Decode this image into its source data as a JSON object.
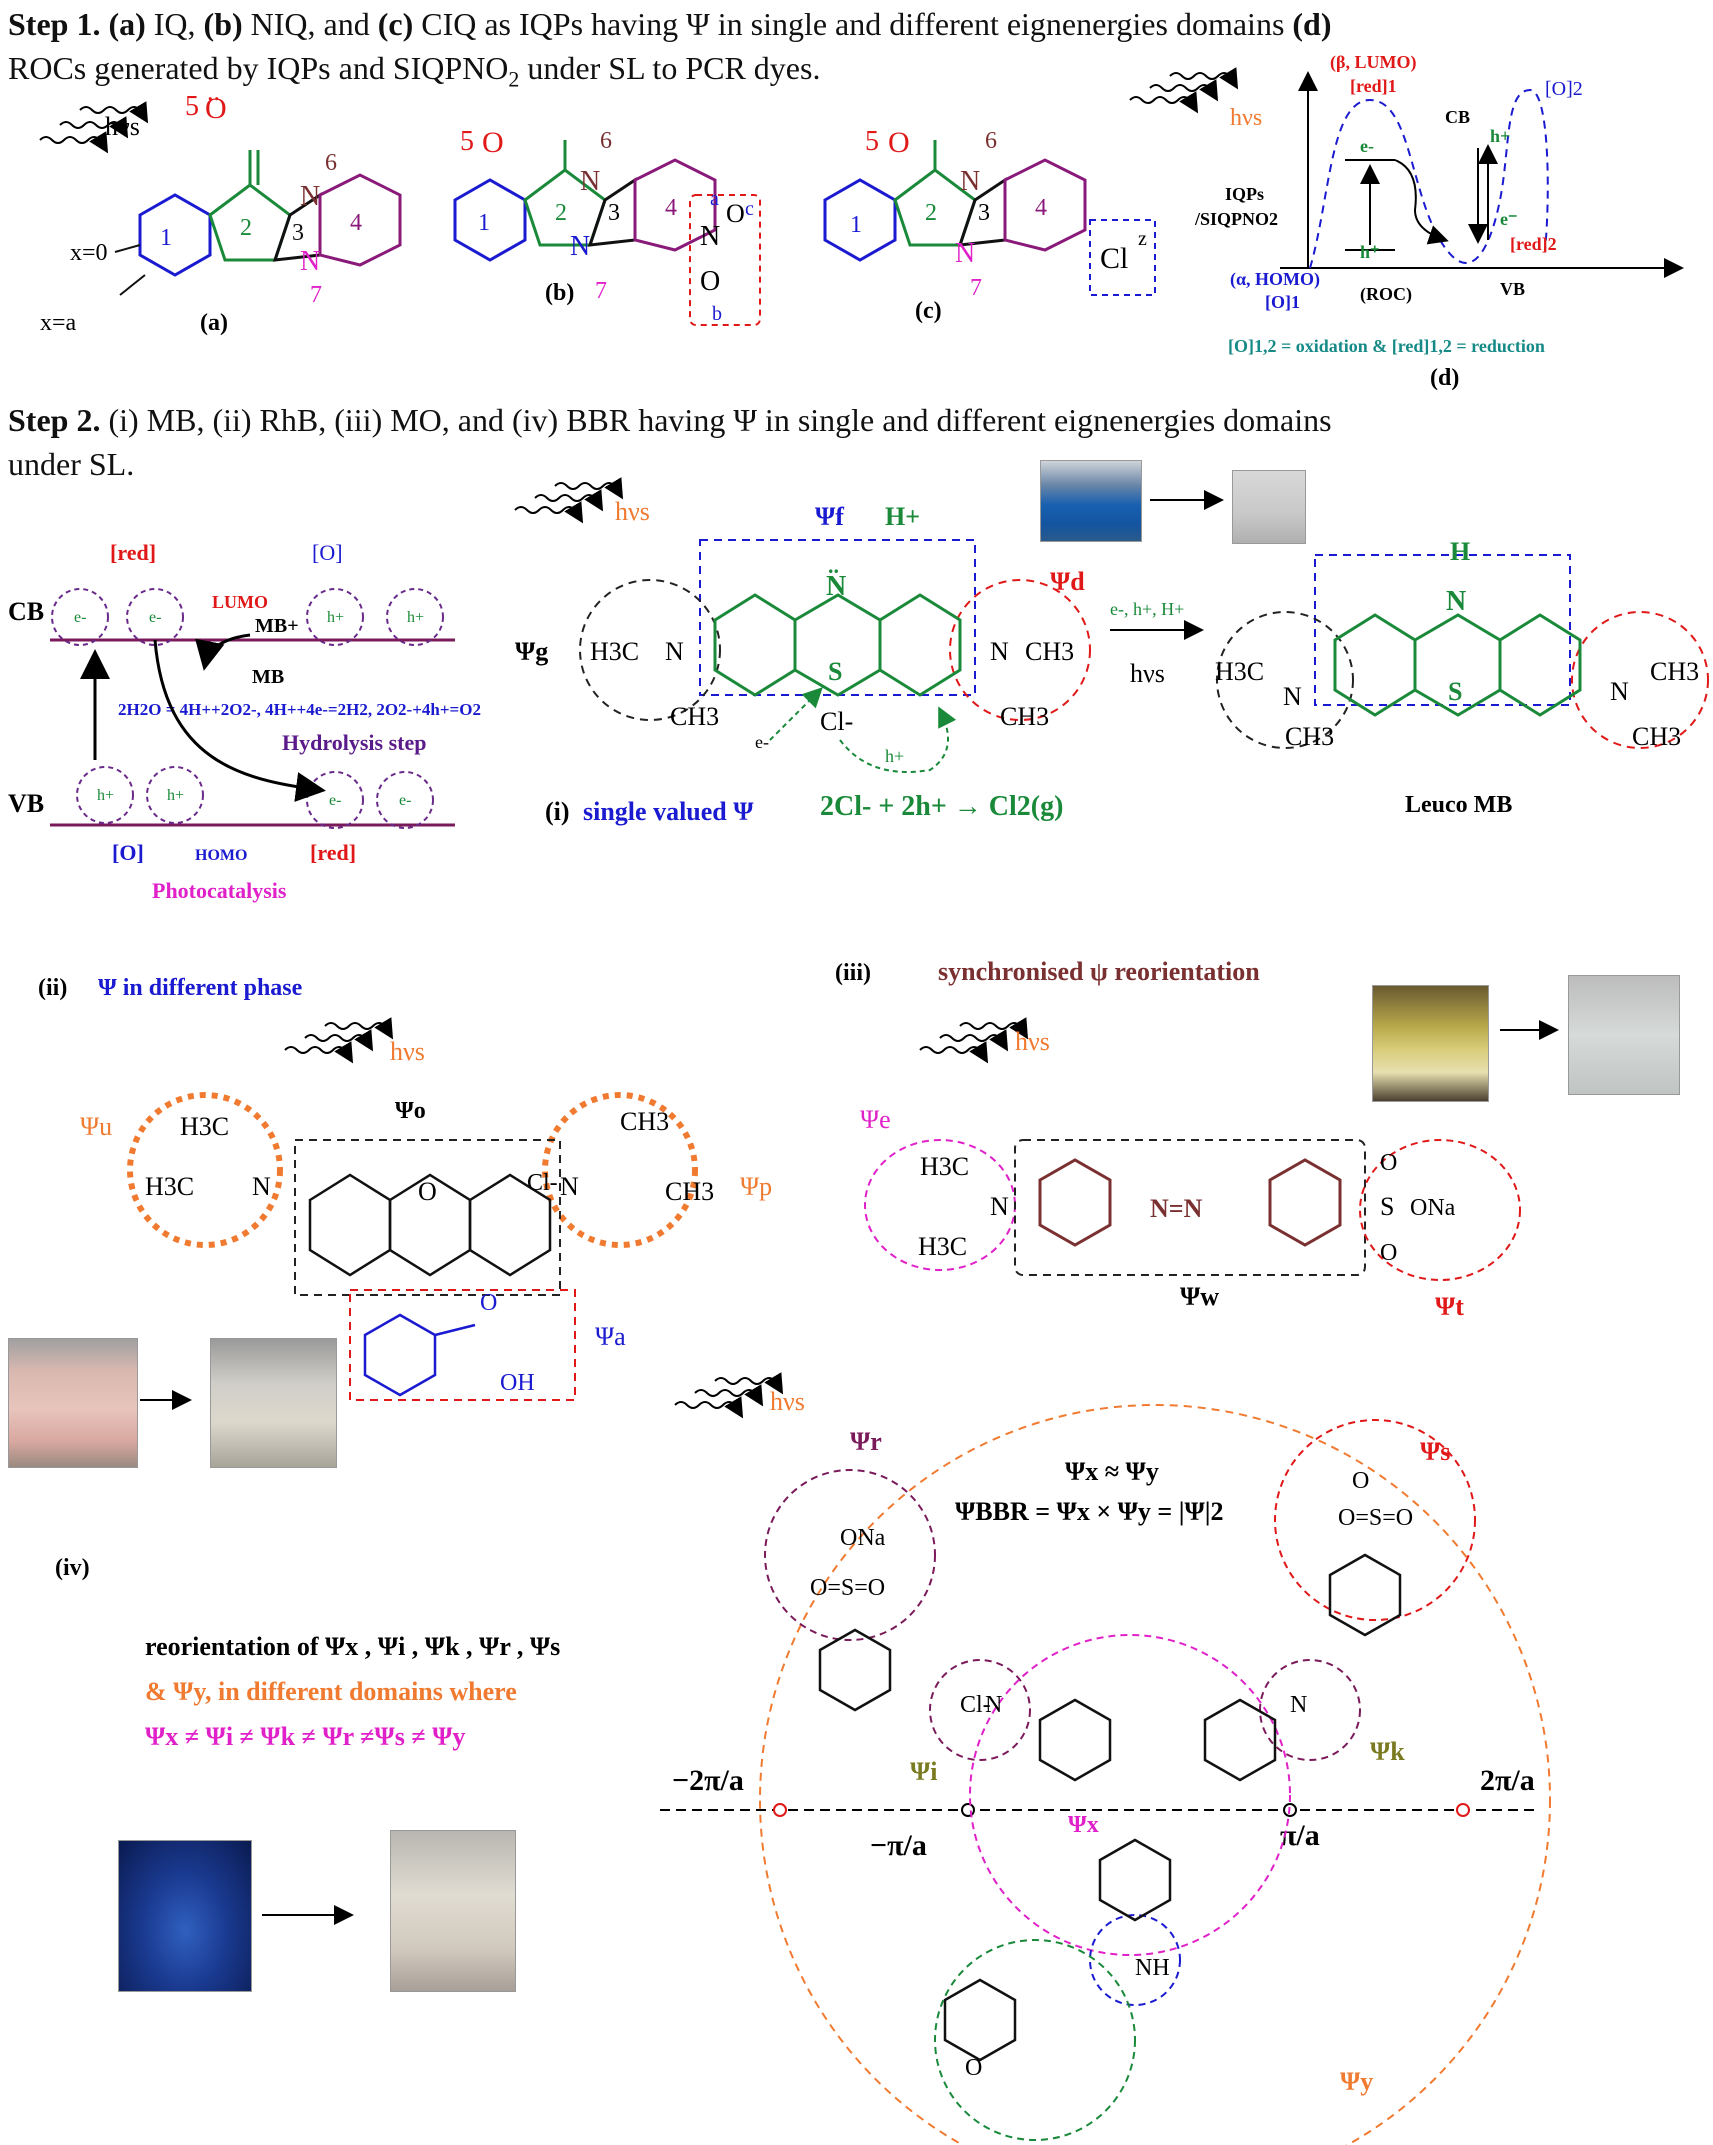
{
  "step1": {
    "label": "Step 1.",
    "text": "(a) IQ, (b) NIQ, and (c) CIQ as IQPs having Ψ in single and different eignenergies domains (d) ROCs generated by IQPs and SIQPNO2 under SL to PCR dyes.",
    "line1_parts": [
      "(a)",
      " IQ, ",
      "(b)",
      " NIQ, and ",
      "(c)",
      " CIQ as IQPs having Ψ in single and different eignenergies domains ",
      "(d)"
    ],
    "line2": "ROCs generated by IQPs and SIQPNO",
    "line2_sub": "2",
    "line2_tail": " under SL to PCR dyes.",
    "panel_a": {
      "hv": "hνs",
      "x0": "x=0",
      "xa": "x=a",
      "caption": "(a)",
      "o_label": "5",
      "n6": "6",
      "n7": "7",
      "rings": [
        "1",
        "2",
        "3",
        "4"
      ]
    },
    "panel_b": {
      "caption": "(b)",
      "o_label": "5",
      "n6": "6",
      "n7": "7",
      "rings": [
        "1",
        "2",
        "3",
        "4"
      ],
      "a": "a",
      "b": "b",
      "c": "c"
    },
    "panel_c": {
      "caption": "(c)",
      "o_label": "5",
      "n6": "6",
      "n7": "7",
      "rings": [
        "1",
        "2",
        "3",
        "4"
      ],
      "z": "z",
      "cl": "Cl"
    },
    "panel_d": {
      "hv": "hνs",
      "beta": "(β, LUMO)",
      "red1": "[red]1",
      "o2": "[O]2",
      "cb": "CB",
      "hplus": "h+",
      "eminus": "e-",
      "iqps": "IQPs",
      "siqpno2": "/SIQPNO2",
      "alpha": "(α, HOMO)",
      "o1": "[O]1",
      "roc": "(ROC)",
      "vb": "VB",
      "red2": "[red]2",
      "footnote_left": "[O]1,2 = oxidation & [red]1,2 = reduction",
      "caption": "(d)"
    }
  },
  "step2": {
    "label": "Step 2.",
    "line1": " (i) MB, (ii) RhB, (iii) MO, and (iv) BBR having Ψ in single and different eignenergies domains",
    "line2": "under SL.",
    "band": {
      "red": "[red]",
      "o": "[O]",
      "cb": "CB",
      "lumo": "LUMO",
      "mbplus": "MB+",
      "mb": "MB",
      "eq": "2H2O = 4H++2O2-, 4H++4e-=2H2, 2O2-+4h+=O2",
      "hydrolysis": "Hydrolysis step",
      "vb": "VB",
      "o_bottom": "[O]",
      "homo": "HOMO",
      "red_bottom": "[red]",
      "photocatalysis": "Photocatalysis",
      "e": "e-",
      "h": "h+"
    },
    "mb": {
      "hv": "hνs",
      "psi_f": "Ψf",
      "hplus": "H+",
      "psi_g": "Ψg",
      "psi_d": "Ψd",
      "h3c": "H3C",
      "n": "N",
      "ch3": "CH3",
      "s": "S",
      "cl": "Cl-",
      "eminus": "e-",
      "hplus2": "h+",
      "reagents": "e-, h+, H+",
      "hv2": "hνs",
      "caption_i": "(i)",
      "caption_single": "single valued Ψ",
      "equation": "2Cl- + 2h+ → Cl2(g)",
      "leuco": "Leuco MB",
      "leuco_h": "H"
    },
    "rhb": {
      "caption_ii": "(ii)",
      "title": "Ψ in different phase",
      "hv": "hνs",
      "psi_o": "Ψo",
      "psi_u": "Ψu",
      "psi_p": "Ψp",
      "psi_a": "Ψa",
      "h3c_1": "H3C",
      "h3c_2": "H3C",
      "ch3_1": "CH3",
      "ch3_2": "CH3",
      "cl": "Cl-",
      "oh": "OH",
      "o": "O"
    },
    "mo": {
      "caption_iii": "(iii)",
      "title": "synchronised ψ reorientation",
      "hv": "hνs",
      "psi_e": "Ψe",
      "psi_w": "Ψw",
      "psi_t": "Ψt",
      "h3c_1": "H3C",
      "h3c_2": "H3C",
      "na": "ONa",
      "s": "S",
      "o": "O"
    },
    "bbr": {
      "caption_iv": "(iv)",
      "hv": "hνs",
      "psi_r": "Ψr",
      "psi_s": "Ψs",
      "psi_i": "Ψi",
      "psi_k": "Ψk",
      "psi_x": "Ψx",
      "psi_y": "Ψy",
      "eq1": "Ψx ≈ Ψy",
      "eq2": "ΨBBR = Ψx × Ψy = |Ψ|2",
      "reorient_1": "reorientation of Ψx , Ψi , Ψk , Ψr , Ψs",
      "reorient_2": "& Ψy, in different domains where",
      "reorient_3": "Ψx ≠ Ψi ≠ Ψk ≠ Ψr ≠Ψs ≠ Ψy",
      "ona": "ONa",
      "nh": "NH",
      "cl": "Cl-",
      "minus2pi": "−2π/a",
      "minuspi": "−π/a",
      "pi": "π/a",
      "plus2pi": "2π/a"
    }
  },
  "colors": {
    "green": "#1a8a3a",
    "blue": "#1a1ad0",
    "red": "#e01818",
    "purple": "#8a1a7a",
    "magenta": "#e020c8",
    "orange": "#f07a30",
    "teal": "#168a86",
    "brown": "#7a3030",
    "olive": "#7a7a20"
  }
}
